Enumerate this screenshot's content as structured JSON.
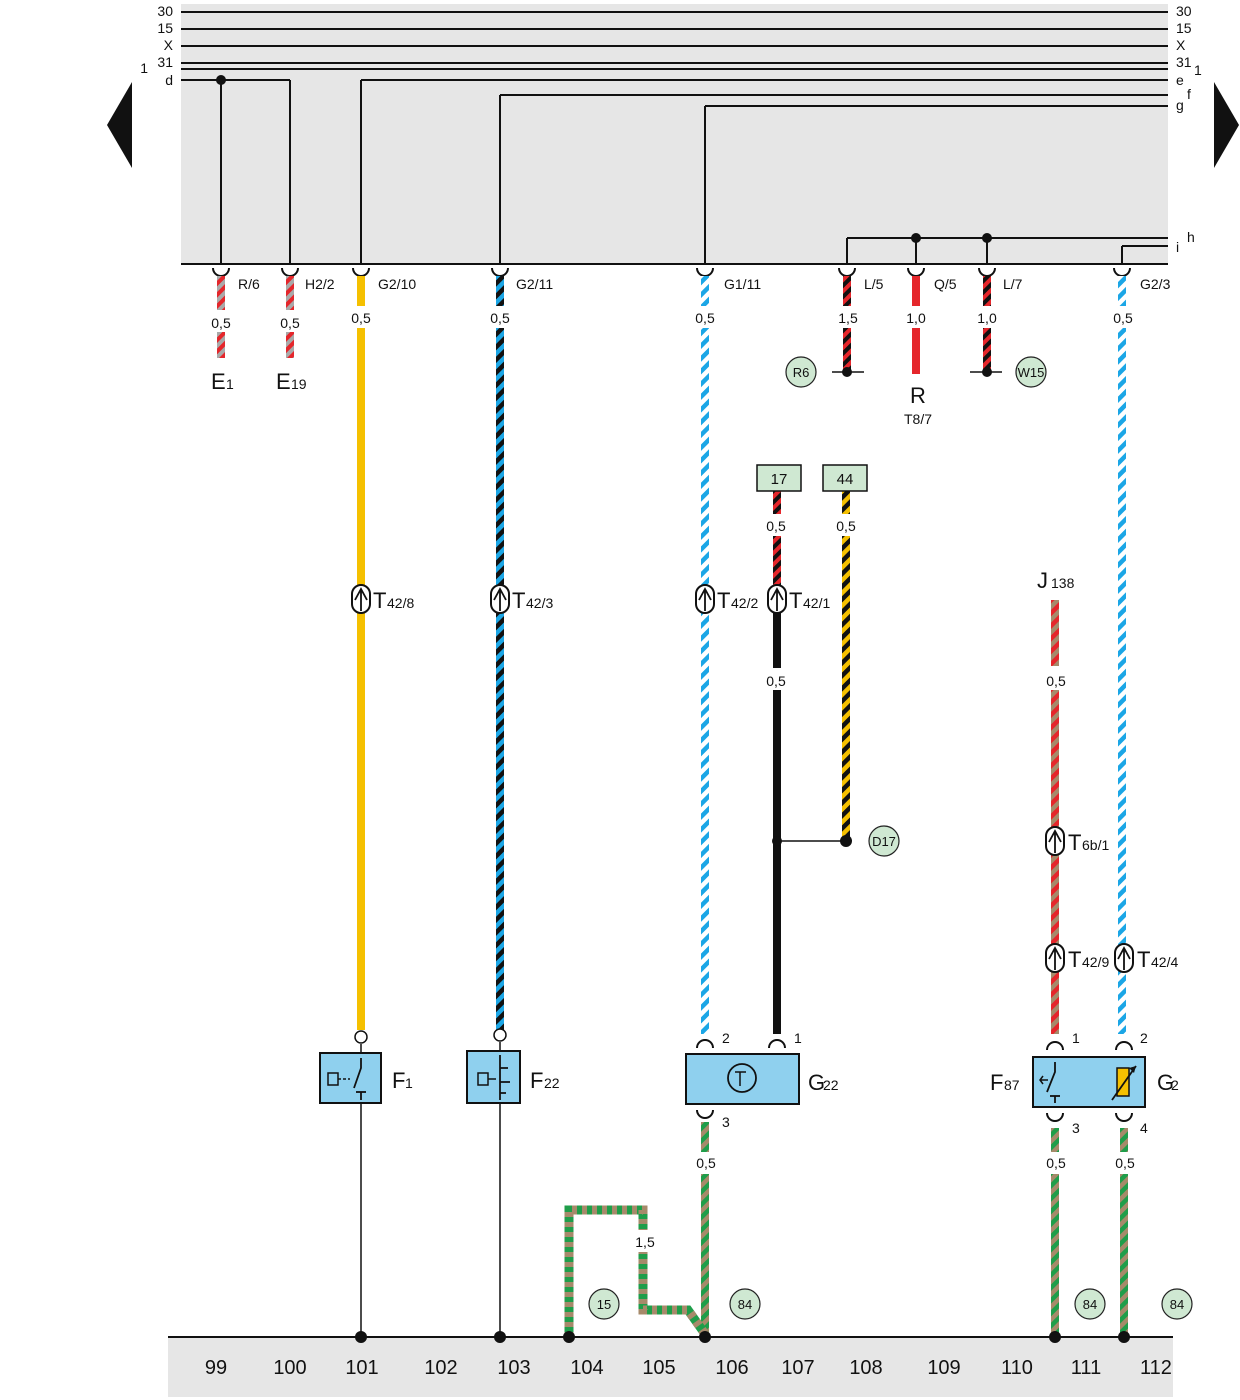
{
  "rails_left": [
    "30",
    "15",
    "X",
    "31",
    "d"
  ],
  "rails_right": [
    "30",
    "15",
    "X",
    "31",
    "e",
    "f",
    "g",
    "h",
    "i"
  ],
  "sheet_ref_left": "1",
  "sheet_ref_right": "1",
  "terminals": [
    "R/6",
    "H2/2",
    "G2/10",
    "G2/11",
    "G1/11",
    "L/5",
    "Q/5",
    "L/7",
    "G2/3"
  ],
  "sizes": {
    "s05": "0,5",
    "s15": "1,5",
    "s10": "1,0"
  },
  "components": {
    "E1": {
      "main": "E",
      "sub": "1"
    },
    "E19": {
      "main": "E",
      "sub": "19"
    },
    "R": {
      "main": "R",
      "pin": "T8/7"
    },
    "F1": {
      "main": "F",
      "sub": "1"
    },
    "F22": {
      "main": "F",
      "sub": "22"
    },
    "G22": {
      "main": "G",
      "sub": "22"
    },
    "F87": {
      "main": "F",
      "sub": "87"
    },
    "G2": {
      "main": "G",
      "sub": "2"
    },
    "J138": {
      "main": "J",
      "sub": "138"
    }
  },
  "connectors": {
    "t42_8": {
      "main": "T",
      "sub": "42/8"
    },
    "t42_3": {
      "main": "T",
      "sub": "42/3"
    },
    "t42_2": {
      "main": "T",
      "sub": "42/2"
    },
    "t42_1": {
      "main": "T",
      "sub": "42/1"
    },
    "t6b_1": {
      "main": "T",
      "sub": "6b/1"
    },
    "t42_9": {
      "main": "T",
      "sub": "42/9"
    },
    "t42_4": {
      "main": "T",
      "sub": "42/4"
    }
  },
  "refs": {
    "r6": "R6",
    "w15": "W15",
    "d17": "D17",
    "g15": "15",
    "g84a": "84",
    "g84b": "84",
    "g84c": "84"
  },
  "boxes": {
    "b17": "17",
    "b44": "44"
  },
  "pins": {
    "p1": "1",
    "p2": "2",
    "p3": "3",
    "p4": "4"
  },
  "columns": [
    "99",
    "100",
    "101",
    "102",
    "103",
    "104",
    "105",
    "106",
    "107",
    "108",
    "109",
    "110",
    "111",
    "112"
  ],
  "colors": {
    "yellow": "#f5c000",
    "blue": "#1ba6e6",
    "red": "#e5262b",
    "black": "#111111",
    "brown": "#a68a6a",
    "green": "#1f9e4a",
    "grey": "#a9a9a9",
    "panel": "#e6e6e6",
    "bottom": "#e6e6e6"
  }
}
